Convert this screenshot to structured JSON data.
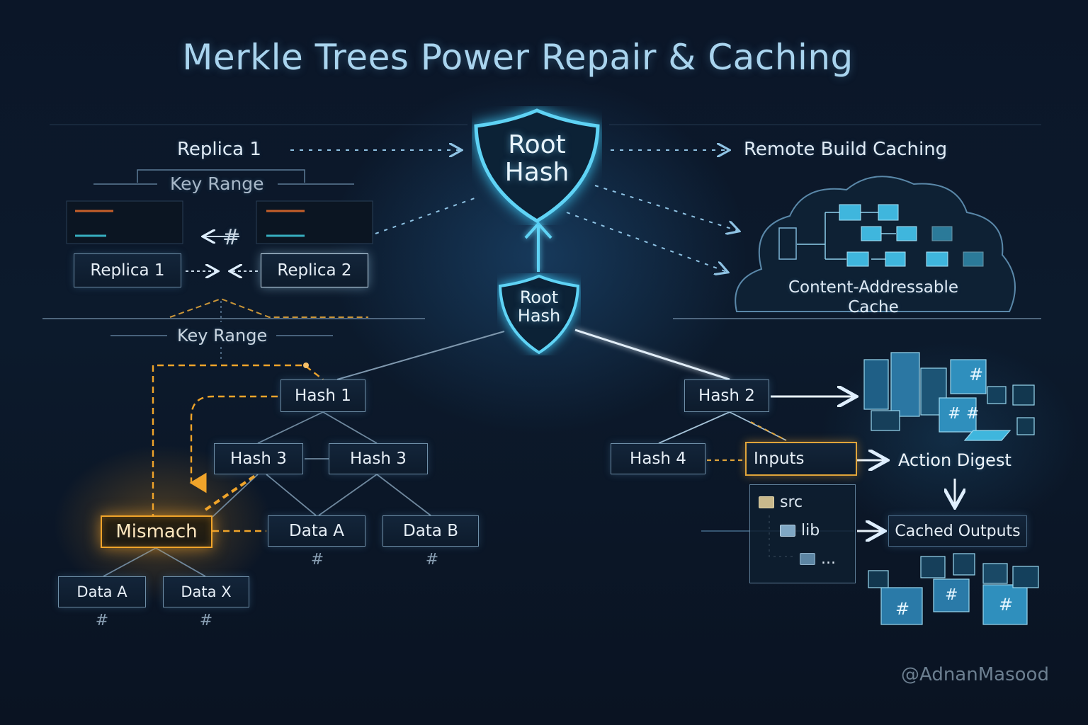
{
  "title": "Merkle Trees Power Repair & Caching",
  "replica_section": {
    "heading": "Replica 1",
    "key_range_top": "Key Range",
    "key_range_bottom": "Key Range",
    "hash_symbol": "#",
    "replica_a_label": "Replica 1",
    "replica_b_label": "Replica 2"
  },
  "root_shield_large": {
    "line1": "Root",
    "line2": "Hash"
  },
  "root_shield_small": {
    "line1": "Root",
    "line2": "Hash"
  },
  "caching_section": {
    "heading": "Remote Build Caching",
    "cloud_label_line1": "Content-Addressable",
    "cloud_label_line2": "Cache"
  },
  "left_tree": {
    "hash1": "Hash 1",
    "hash3_left": "Hash 3",
    "hash3_right": "Hash 3",
    "mismatch": "Mismach",
    "data_a": "Data A",
    "data_b": "Data B",
    "leaf_data_a": "Data A",
    "leaf_data_x": "Data X",
    "hash_symbol": "#"
  },
  "right_tree": {
    "hash2": "Hash 2",
    "hash4": "Hash 4",
    "inputs": "Inputs",
    "action_digest": "Action Digest",
    "cached_outputs": "Cached Outputs",
    "files": [
      {
        "name": "src",
        "icon": "folder-icon"
      },
      {
        "name": "lib",
        "icon": "folder-icon"
      },
      {
        "name": "...",
        "icon": "folder-icon"
      }
    ]
  },
  "watermark": "@AdnanMasood",
  "colors": {
    "accent_cyan": "#5fd3f5",
    "mismatch_orange": "#f0a42a",
    "title": "#a9d4ee"
  }
}
